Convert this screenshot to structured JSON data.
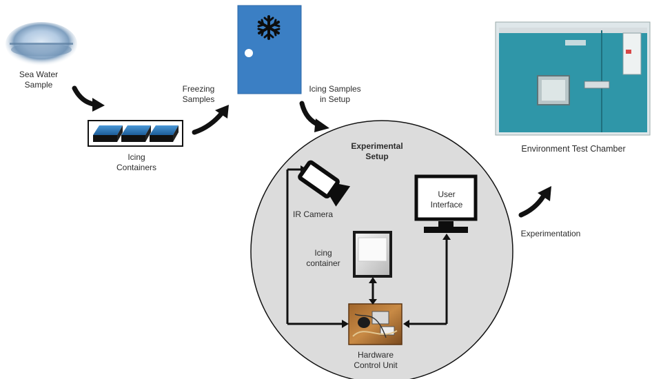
{
  "labels": {
    "sea_water": "Sea Water\nSample",
    "icing_containers": "Icing\nContainers",
    "freezing": "Freezing\nSamples",
    "icing_samples_setup": "Icing Samples\nin Setup",
    "experimental_setup": "Experimental\nSetup",
    "ir_camera": "IR Camera",
    "user_interface": "User\nInterface",
    "icing_container": "Icing\ncontainer",
    "hardware_control_unit": "Hardware\nControl Unit",
    "experimentation": "Experimentation",
    "environment_test_chamber": "Environment Test Chamber"
  },
  "icons": {
    "freezer": "snowflake-icon",
    "camera": "camera-icon",
    "monitor": "monitor-icon"
  },
  "colors": {
    "freezer_blue": "#3b7fc4",
    "chamber_teal": "#2f96a8",
    "setup_circle": "#dcdcdc"
  }
}
